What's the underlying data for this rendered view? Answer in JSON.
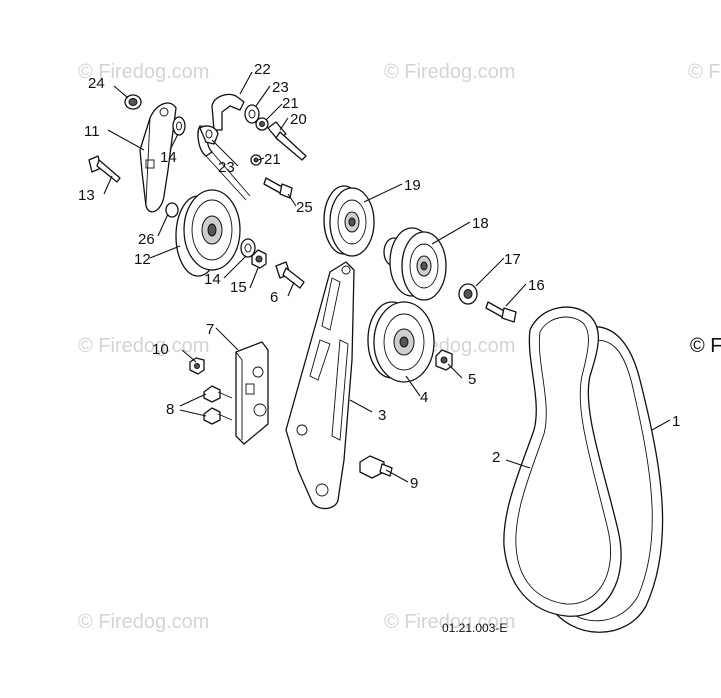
{
  "watermark": "© Firedog.com",
  "watermark_partial": "© F",
  "drawing_code": "01.21.003-E",
  "callouts": {
    "c1": "1",
    "c2": "2",
    "c3": "3",
    "c4": "4",
    "c5": "5",
    "c6": "6",
    "c7": "7",
    "c8": "8",
    "c9": "9",
    "c10": "10",
    "c11": "11",
    "c12": "12",
    "c13": "13",
    "c14a": "14",
    "c14b": "14",
    "c15": "15",
    "c16": "16",
    "c17": "17",
    "c18": "18",
    "c19": "19",
    "c20": "20",
    "c21a": "21",
    "c21b": "21",
    "c22": "22",
    "c23a": "23",
    "c23b": "23",
    "c24": "24",
    "c25": "25",
    "c26": "26"
  }
}
